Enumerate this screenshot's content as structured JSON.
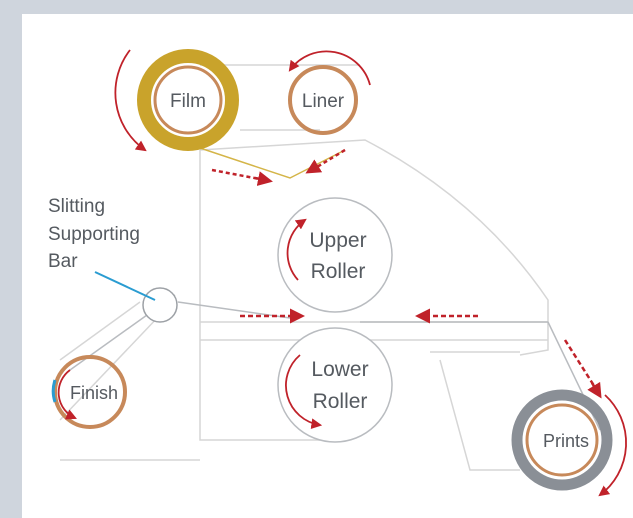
{
  "labels": {
    "film": "Film",
    "liner": "Liner",
    "upper_roller": [
      "Upper",
      "Roller"
    ],
    "lower_roller": [
      "Lower",
      "Roller"
    ],
    "finish": "Finish",
    "prints": "Prints",
    "slitting_bar": [
      "Slitting",
      "Supporting",
      "Bar"
    ]
  },
  "colors": {
    "panel_bg": "#ffffff",
    "outer_bg": "#cfd5dd",
    "film_ring": "#c9a32b",
    "copper_ring": "#c7895a",
    "prints_ring": "#8a8f96",
    "arrow": "#c0222a",
    "machine_line": "#d6d6d6",
    "web_line": "#b9bcc0",
    "film_web": "#d4b548",
    "pointer": "#2a9cd1",
    "text": "#555a60"
  },
  "icons": [
    "rotation-arrow-icon",
    "direction-arrow-icon"
  ]
}
